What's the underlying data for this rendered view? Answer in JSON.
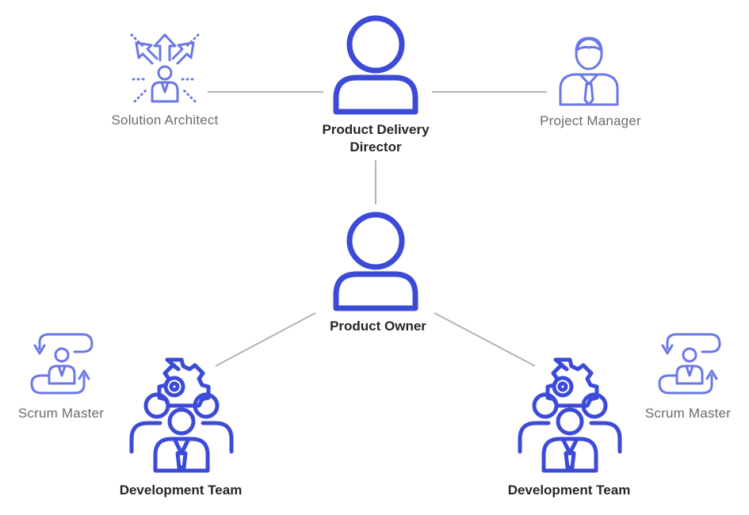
{
  "colors": {
    "accent_primary": "#3b4bd8",
    "accent_secondary": "#6b77e6",
    "connector": "#b3b3b3",
    "label_light": "#6b6b6b",
    "label_bold": "#262626"
  },
  "nodes": {
    "product_delivery_director": {
      "label_line1": "Product Delivery",
      "label_line2": "Director",
      "icon": "person-icon"
    },
    "solution_architect": {
      "label": "Solution Architect",
      "icon": "solution-architect-icon"
    },
    "project_manager": {
      "label": "Project Manager",
      "icon": "manager-tie-icon"
    },
    "product_owner": {
      "label": "Product Owner",
      "icon": "person-icon"
    },
    "scrum_master_left": {
      "label": "Scrum Master",
      "icon": "scrum-cycle-icon"
    },
    "scrum_master_right": {
      "label": "Scrum Master",
      "icon": "scrum-cycle-icon"
    },
    "development_team_left": {
      "label": "Development Team",
      "icon": "team-gear-icon"
    },
    "development_team_right": {
      "label": "Development Team",
      "icon": "team-gear-icon"
    }
  }
}
